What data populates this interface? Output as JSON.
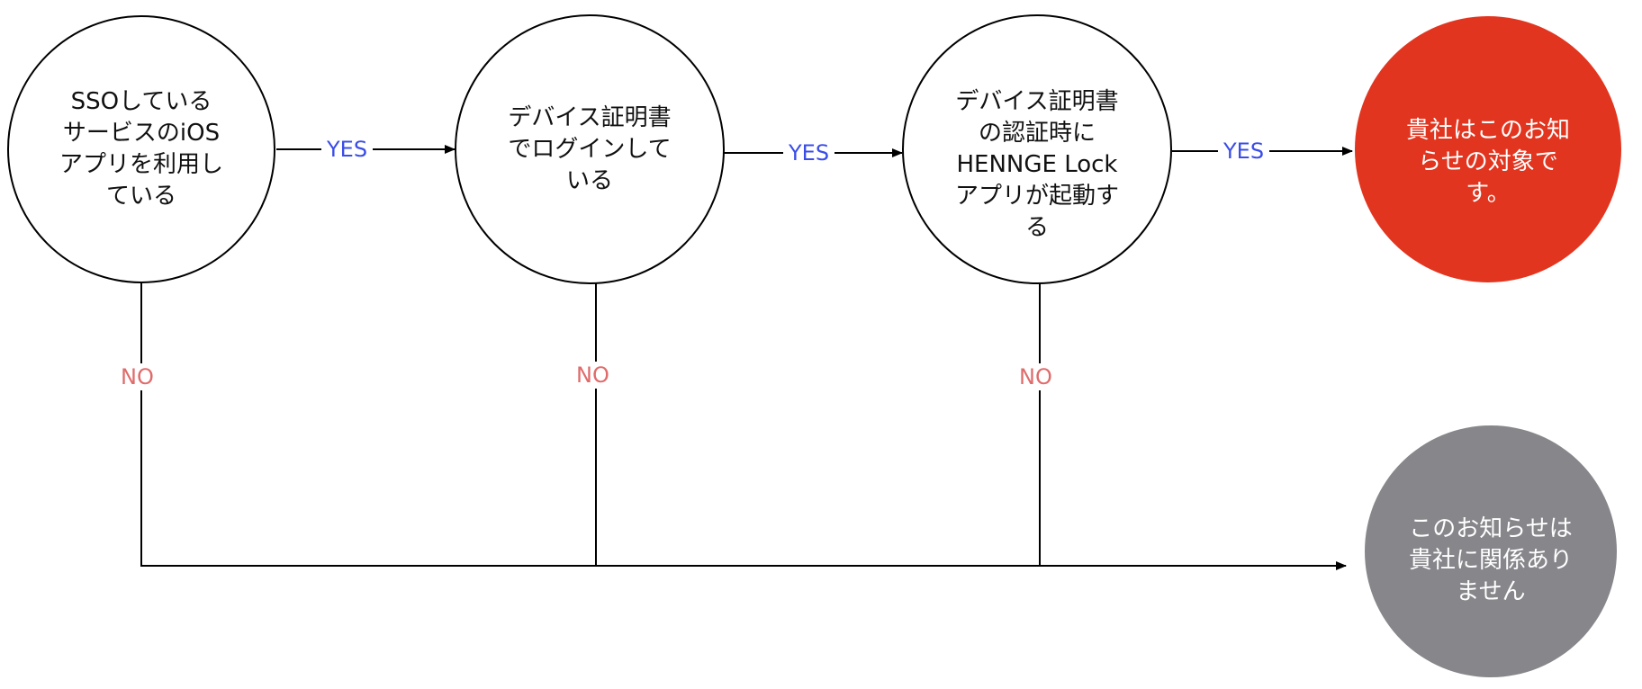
{
  "nodes": {
    "q1": {
      "lines": [
        "SSOしている",
        "サービスのiOS",
        "アプリを利用し",
        "ている"
      ]
    },
    "q2": {
      "lines": [
        "デバイス証明書",
        "でログインして",
        "いる"
      ]
    },
    "q3": {
      "lines": [
        "デバイス証明書",
        "の認証時に",
        "HENNGE Lock",
        "アプリが起動す",
        "る"
      ]
    },
    "result_yes": {
      "lines": [
        "貴社はこのお知",
        "らせの対象で",
        "す。"
      ]
    },
    "result_no": {
      "lines": [
        "このお知らせは",
        "貴社に関係あり",
        "ません"
      ]
    }
  },
  "edges": {
    "yes_label": "YES",
    "no_label": "NO"
  },
  "colors": {
    "line": "#000000",
    "yes_text": "#3a4de8",
    "no_text": "#e06b6b",
    "result_yes_fill": "#e2351f",
    "result_no_fill": "#86868b"
  }
}
